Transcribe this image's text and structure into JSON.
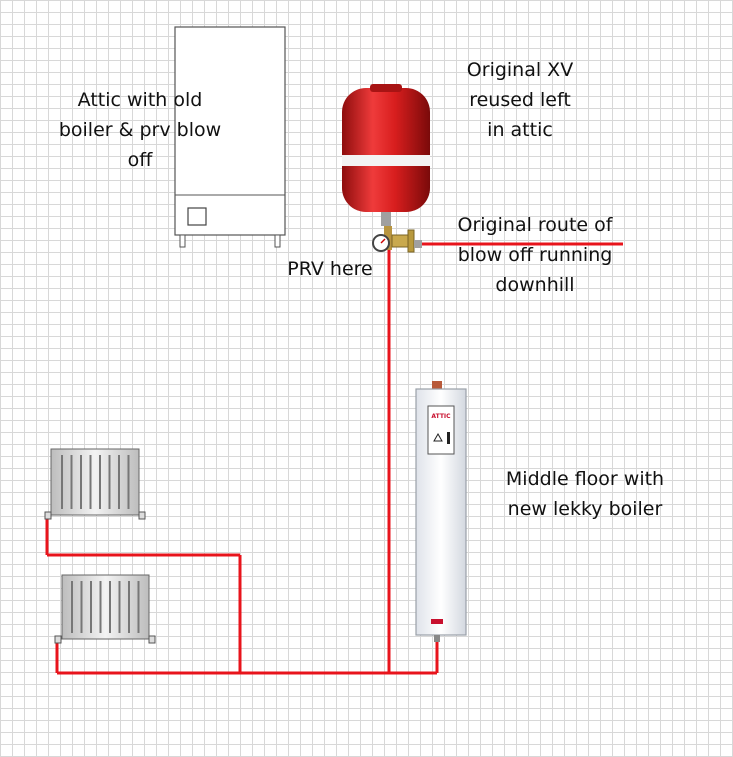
{
  "labels": {
    "attic": "Attic with old\nboiler & prv blow\noff",
    "xv": "Original XV\nreused left\nin attic",
    "blow_off": "Original route of\nblow off running\ndownhill",
    "prv": "PRV here",
    "middle": "Middle floor with\nnew lekky boiler"
  },
  "boiler_brand": "ATTIC",
  "colors": {
    "pipe": "#e8141c",
    "vessel": "#d81e1e",
    "grid": "#d8d8d8",
    "appliance": "#ffffff",
    "panel": "#f2f4f7"
  }
}
